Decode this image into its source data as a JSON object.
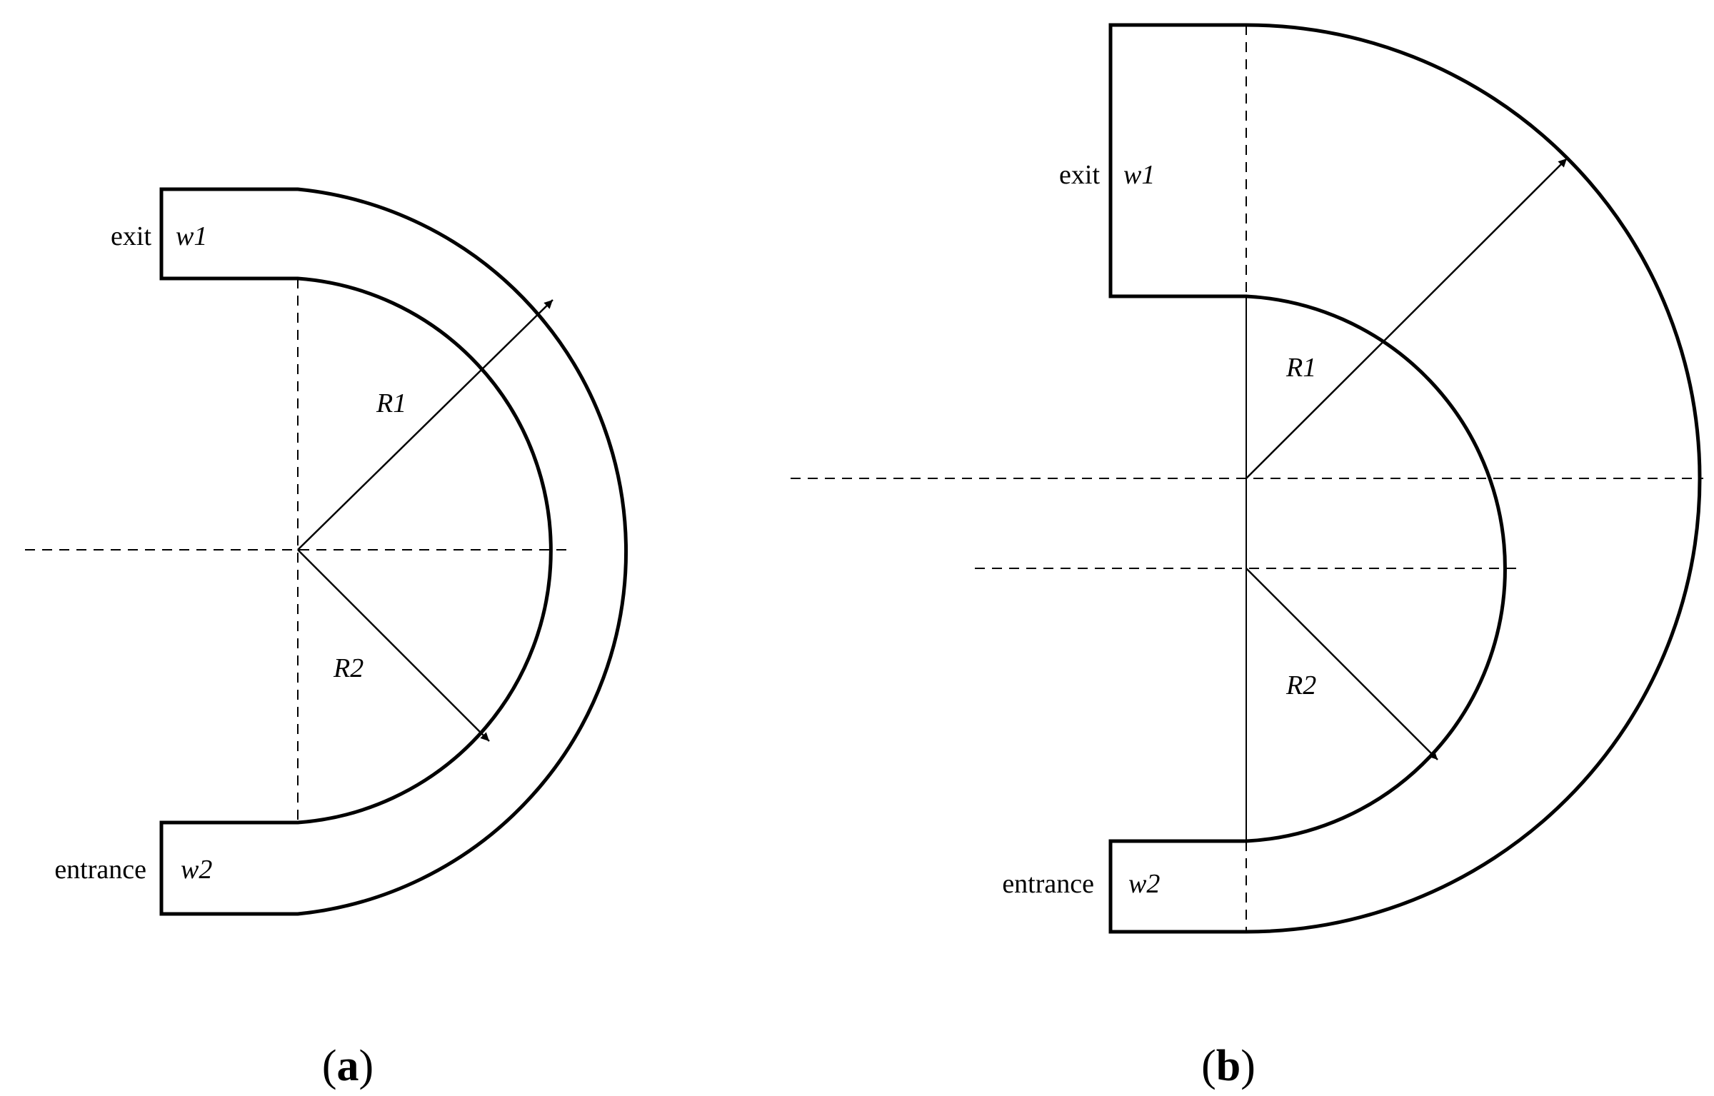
{
  "diagram_a": {
    "exit_label": "exit",
    "w1_label": "w1",
    "entrance_label": "entrance",
    "w2_label": "w2",
    "r1_label": "R1",
    "r2_label": "R2",
    "caption_open": "(",
    "caption_letter": "a",
    "caption_close": ")"
  },
  "diagram_b": {
    "exit_label": "exit",
    "w1_label": "w1",
    "entrance_label": "entrance",
    "w2_label": "w2",
    "r1_label": "R1",
    "r2_label": "R2",
    "caption_open": "(",
    "caption_letter": "b",
    "caption_close": ")"
  }
}
